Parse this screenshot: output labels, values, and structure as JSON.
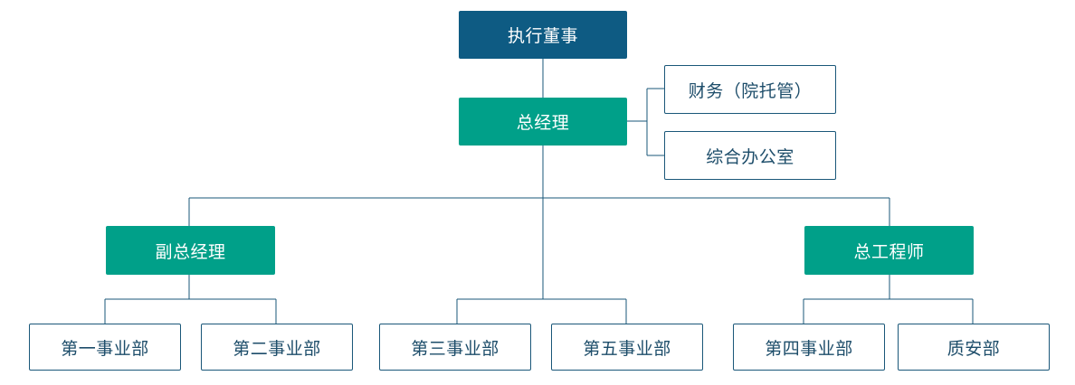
{
  "org_chart": {
    "executive_director": "执行董事",
    "general_manager": "总经理",
    "staff_units": [
      "财务（院托管）",
      "综合办公室"
    ],
    "deputy_general_manager": "副总经理",
    "chief_engineer": "总工程师",
    "departments": {
      "dept_1": "第一事业部",
      "dept_2": "第二事业部",
      "dept_3": "第三事业部",
      "dept_5": "第五事业部",
      "dept_4": "第四事业部",
      "quality_safety": "质安部"
    }
  },
  "colors": {
    "top_node": "#0e5b83",
    "manager_node": "#00a089",
    "outline": "#1a5779",
    "outline_text": "#1d4d6a"
  }
}
